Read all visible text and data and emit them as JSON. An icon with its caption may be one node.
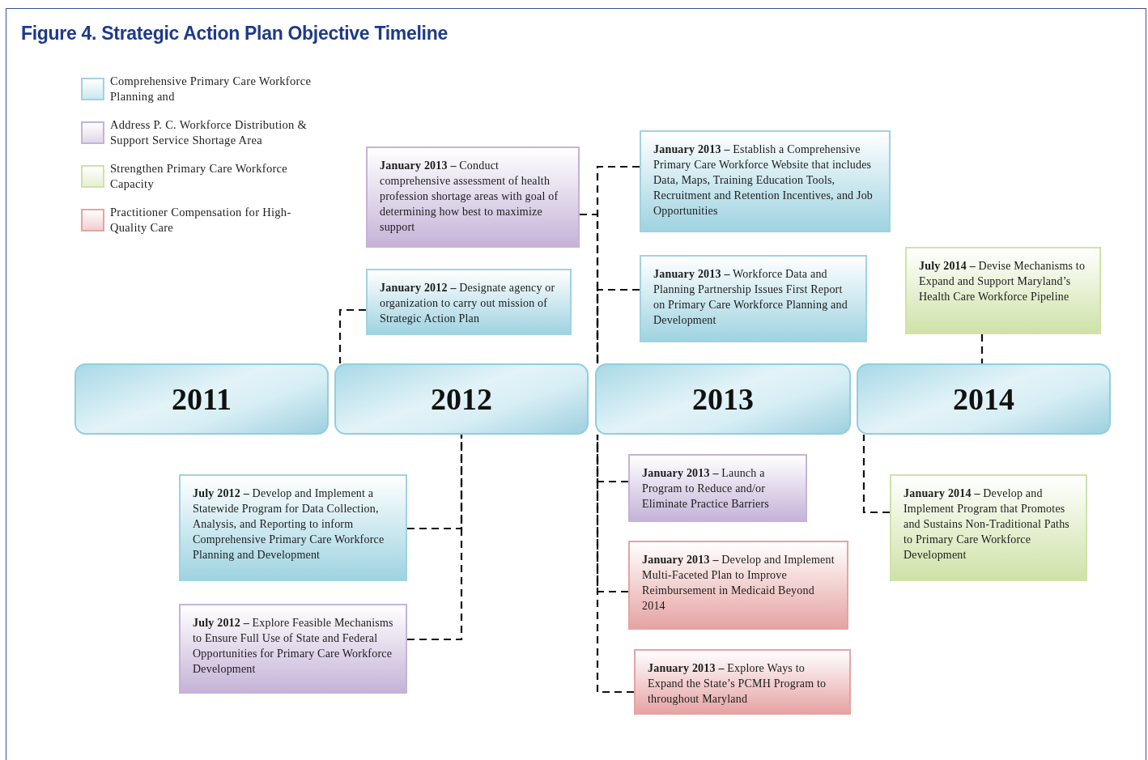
{
  "diagram": {
    "title": "Figure 4. Strategic Action Plan Objective Timeline",
    "nodes": [
      {
        "text": [
          "2011"
        ]
      },
      {
        "text": [
          "2012"
        ]
      },
      {
        "text": [
          "2013"
        ]
      },
      {
        "text": [
          "2014"
        ]
      },
      {
        "text": [
          "**January 2013 –** Conduct comprehensive assessment of health profession shortage areas with goal of determining how best to maximize support"
        ]
      },
      {
        "text": [
          "**January 2012 –** Designate agency or organization to carry out mission of Strategic Action Plan"
        ]
      },
      {
        "text": [
          "**January 2013 –** Establish a Comprehensive Primary Care Workforce Website that includes Data, Maps, Training Education Tools, Recruitment and Retention Incentives, and Job Opportunities"
        ]
      },
      {
        "text": [
          "**January 2013 –** Workforce Data and Planning Partnership Issues First Report on Primary Care Workforce Planning and Development"
        ]
      },
      {
        "text": [
          "**July 2014 –** Devise Mechanisms to Expand and Support Maryland’s Health Care Workforce Pipeline"
        ]
      },
      {
        "text": [
          "**July 2012 –** Develop and Implement a Statewide Program for Data Collection, Analysis, and Reporting to inform Comprehensive Primary Care Workforce Planning and Development"
        ]
      },
      {
        "text": [
          "**July 2012 –** Explore Feasible Mechanisms to Ensure Full Use of State and Federal Opportunities for Primary Care Workforce Development"
        ]
      },
      {
        "text": [
          "**January 2013 –** Launch a Program to Reduce and/or Eliminate Practice Barriers"
        ]
      },
      {
        "text": [
          "**January 2013 –** Develop and Implement Multi-Faceted Plan to Improve Reimbursement in Medicaid Beyond 2014"
        ]
      },
      {
        "text": [
          "**January 2013 –** Explore Ways to Expand the State’s PCMH Program to throughout Maryland"
        ]
      },
      {
        "text": [
          "**January 2014 –** Develop and Implement Program that Promotes and Sustains Non-Traditional Paths to Primary Care Workforce Development"
        ]
      }
    ],
    "edges": [
      {
        "from": 4,
        "to": 2,
        "arrow": "none",
        "style": "dashed"
      },
      {
        "from": 5,
        "to": 1,
        "arrow": "none",
        "style": "dashed"
      },
      {
        "from": 6,
        "to": 2,
        "arrow": "none",
        "style": "dashed"
      },
      {
        "from": 7,
        "to": 2,
        "arrow": "none",
        "style": "dashed"
      },
      {
        "from": 8,
        "to": 3,
        "arrow": "none",
        "style": "dashed"
      },
      {
        "from": 9,
        "to": 1,
        "arrow": "none",
        "style": "dashed"
      },
      {
        "from": 10,
        "to": 1,
        "arrow": "none",
        "style": "dashed"
      },
      {
        "from": 11,
        "to": 2,
        "arrow": "none",
        "style": "dashed"
      },
      {
        "from": 12,
        "to": 2,
        "arrow": "none",
        "style": "dashed"
      },
      {
        "from": 13,
        "to": 2,
        "arrow": "none",
        "style": "dashed"
      },
      {
        "from": 14,
        "to": 3,
        "arrow": "none",
        "style": "dashed"
      }
    ],
    "legend": [
      {
        "text": "Comprehensive Primary Care Workforce Planning and",
        "color": "#9fd3e1"
      },
      {
        "text": "Address P. C. Workforce Distribution & Support Service Shortage Area",
        "color": "#c5b3d8"
      },
      {
        "text": "Strengthen Primary Care Workforce Capacity",
        "color": "#cfe2a8"
      },
      {
        "text": "Practitioner Compensation for High-Quality Care",
        "color": "#e6a3a3"
      }
    ]
  }
}
